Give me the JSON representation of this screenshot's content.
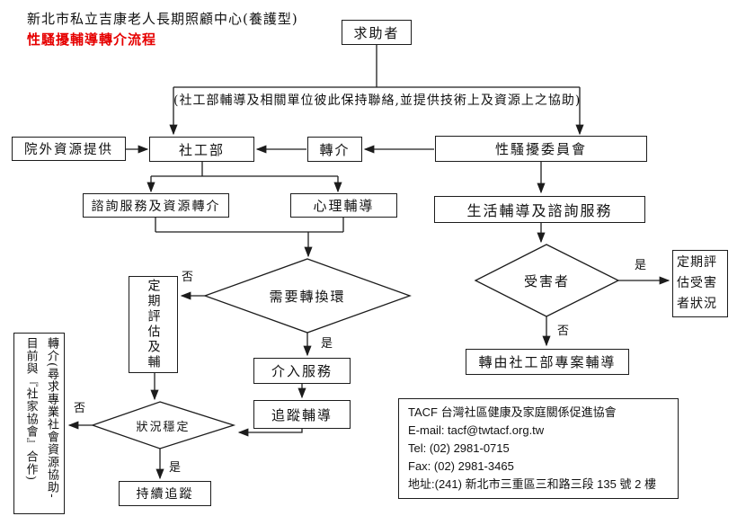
{
  "header": {
    "title": "新北市私立吉康老人長期照顧中心(養護型)",
    "subtitle": "性騷擾輔導轉介流程"
  },
  "nodes": {
    "seeker": "求助者",
    "coordination_note": "(社工部輔導及相關單位彼此保持聯絡,並提供技術上及資源上之協助)",
    "external_resources": "院外資源提供",
    "social_work": "社工部",
    "referral": "轉介",
    "harassment_committee": "性騷擾委員會",
    "consult_service": "諮詢服務及資源轉介",
    "psych_counseling": "心理輔導",
    "life_counseling": "生活輔導及諮詢服務",
    "need_change_env": "需要轉換環",
    "periodic_eval": "定期評估及輔",
    "intervention": "介入服務",
    "follow_counseling": "追蹤輔導",
    "victim": "受害者",
    "assess_victim": "定期評估受害者狀況",
    "case_counseling": "轉由社工部專案輔導",
    "status_stable": "狀況穩定",
    "continue_follow": "持續追蹤",
    "external_referral": "轉介(尋求專業社會資源協助-目前與『社家協會』合作)"
  },
  "labels": {
    "yes": "是",
    "no": "否"
  },
  "contact": {
    "org": "TACF  台灣社區健康及家庭關係促進協會",
    "email": "E-mail: tacf@twtacf.org.tw",
    "tel": "Tel: (02) 2981-0715",
    "fax": "Fax: (02) 2981-3465",
    "address": "地址:(241) 新北市三重區三和路三段 135 號 2 樓"
  }
}
